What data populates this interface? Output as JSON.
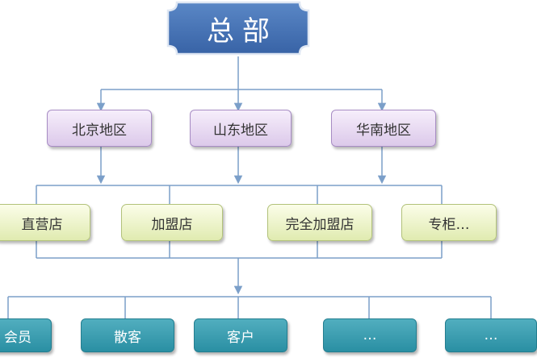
{
  "headquarters": {
    "label": "总部"
  },
  "regions": [
    {
      "label": "北京地区"
    },
    {
      "label": "山东地区"
    },
    {
      "label": "华南地区"
    }
  ],
  "store_types": [
    {
      "label": "直营店"
    },
    {
      "label": "加盟店"
    },
    {
      "label": "完全加盟店"
    },
    {
      "label": "专柜…"
    }
  ],
  "customers": [
    {
      "label": "会员"
    },
    {
      "label": "散客"
    },
    {
      "label": "客户"
    },
    {
      "label": "…"
    },
    {
      "label": "…"
    }
  ],
  "colors": {
    "hq_fill": "#3f6fb3",
    "region_fill": "#dcc9ea",
    "store_fill": "#e0ebb0",
    "customer_fill": "#2f95a8",
    "connector": "#7b9fc9"
  }
}
